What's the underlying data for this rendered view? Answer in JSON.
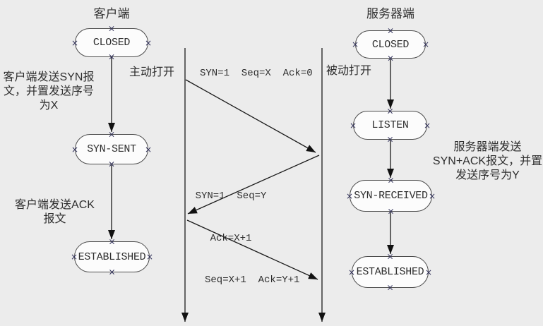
{
  "colors": {
    "background": "#ececec",
    "node_fill": "#fcfcfc",
    "node_border": "#4c4c4c",
    "line": "#1b1b1b",
    "text": "#2e2e2e",
    "handle": "#32325a"
  },
  "icons": {
    "connection_point": "×"
  },
  "client": {
    "title": "客户端",
    "open_label": "主动打开",
    "states": [
      "CLOSED",
      "SYN-SENT",
      "ESTABLISHED"
    ],
    "syn_note_lines": [
      "客户端发送SYN报",
      "文，并置发送序号",
      "为X"
    ],
    "ack_note_lines": [
      "客户端发送ACK",
      "报文"
    ]
  },
  "server": {
    "title": "服务器端",
    "open_label": "被动打开",
    "states": [
      "CLOSED",
      "LISTEN",
      "SYN-RECEIVED",
      "ESTABLISHED"
    ],
    "synack_note_lines": [
      "服务器端发送",
      "SYN+ACK报文，并置",
      "发送序号为Y"
    ]
  },
  "messages": {
    "syn": "SYN=1  Seq=X  Ack=0",
    "synack_lines": [
      "SYN=1  Seq=Y",
      "Ack=X+1"
    ],
    "ack": "Seq=X+1  Ack=Y+1"
  }
}
